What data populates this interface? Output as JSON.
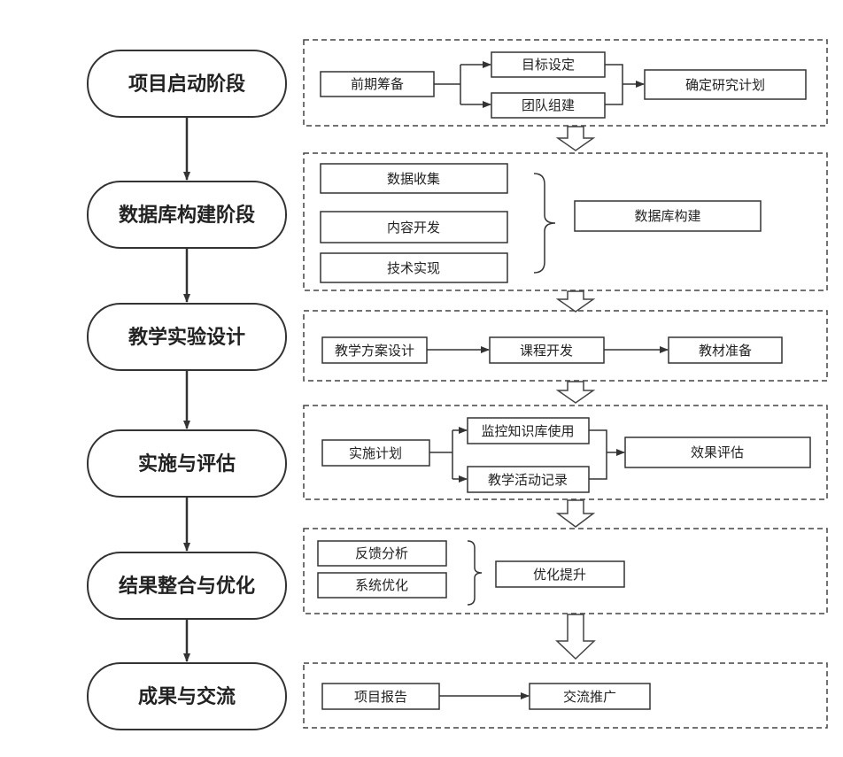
{
  "stages": [
    "项目启动阶段",
    "数据库构建阶段",
    "教学实验设计",
    "实施与评估",
    "结果整合与优化",
    "成果与交流"
  ],
  "phase1": {
    "start": "前期筹备",
    "branch_a": "目标设定",
    "branch_b": "团队组建",
    "result": "确定研究计划"
  },
  "phase2": {
    "item_a": "数据收集",
    "item_b": "内容开发",
    "item_c": "技术实现",
    "result": "数据库构建"
  },
  "phase3": {
    "step_1": "教学方案设计",
    "step_2": "课程开发",
    "step_3": "教材准备"
  },
  "phase4": {
    "start": "实施计划",
    "branch_a": "监控知识库使用",
    "branch_b": "教学活动记录",
    "result": "效果评估"
  },
  "phase5": {
    "item_a": "反馈分析",
    "item_b": "系统优化",
    "result": "优化提升"
  },
  "phase6": {
    "step_1": "项目报告",
    "step_2": "交流推广"
  }
}
